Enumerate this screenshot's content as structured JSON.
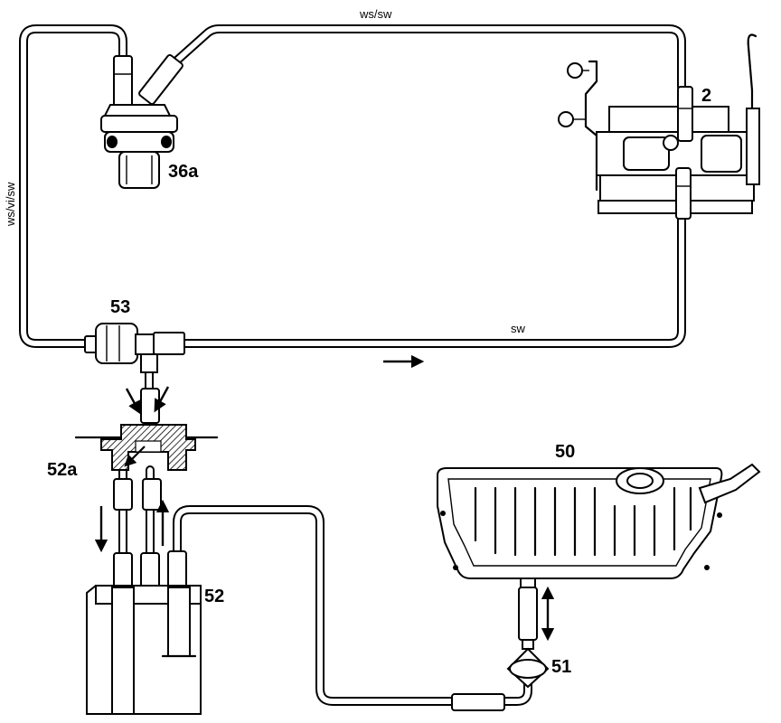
{
  "labels": {
    "carburetor": "2",
    "pressure_switch": "36a",
    "valve": "53",
    "tank": "50",
    "filter": "51",
    "pump": "52",
    "pump_cap": "52a"
  },
  "wire_colors": {
    "top": "ws/sw",
    "left": "ws/vi/sw",
    "bottom": "sw"
  },
  "colors": {
    "line": "#000000",
    "background": "#ffffff"
  }
}
